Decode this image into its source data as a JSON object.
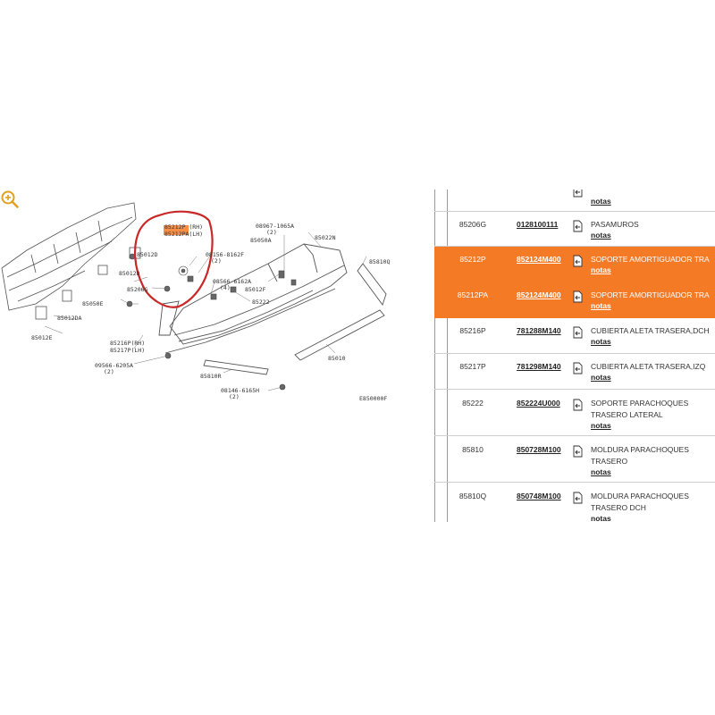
{
  "diagram": {
    "labels": {
      "c85212p": "85212P (RH)",
      "c85212pa": "85212PA(LH)",
      "c08967": "08967-1065A",
      "c08967q": "(2)",
      "c85022n": "85022N",
      "c85050a": "85050A",
      "c85810q": "85810Q",
      "c85012d": "85012D",
      "c08156": "08156-8162F",
      "c08156q": "(2)",
      "c85012b": "85012B",
      "c08566": "08566-6162A",
      "c08566q": "(4)",
      "c85206g": "85206G",
      "c85012f": "85012F",
      "c85050e": "85050E",
      "c85222": "85222",
      "c85012da": "85012DA",
      "c85216p": "85216P(RH)",
      "c85217p": "85217P(LH)",
      "c85012e": "85012E",
      "c09566": "09566-6205A",
      "c09566q": "(2)",
      "c85010": "85010",
      "c85810r": "85810R",
      "c08146": "08146-6165H",
      "c08146q": "(2)",
      "c_ref": "E850000F"
    }
  },
  "colors": {
    "highlight": "#f47a26",
    "annotation_circle": "#c82828"
  },
  "parts_table": {
    "rows": [
      {
        "code": "",
        "ref": "",
        "desc": "",
        "notes": "notas"
      },
      {
        "code": "85206G",
        "ref": "0128100111",
        "desc": "PASAMUROS",
        "notes": "notas"
      },
      {
        "code": "85212P",
        "ref": "852124M400",
        "desc": "SOPORTE AMORTIGUADOR TRA",
        "notes": "notas",
        "highlighted": true
      },
      {
        "code": "85212PA",
        "ref": "852124M400",
        "desc": "SOPORTE AMORTIGUADOR TRA",
        "notes": "notas",
        "highlighted": true
      },
      {
        "code": "85216P",
        "ref": "781288M140",
        "desc": "CUBIERTA ALETA TRASERA,DCH",
        "notes": "notas"
      },
      {
        "code": "85217P",
        "ref": "781298M140",
        "desc": "CUBIERTA ALETA TRASERA,IZQ",
        "notes": "notas"
      },
      {
        "code": "85222",
        "ref": "852224U000",
        "desc": "SOPORTE PARACHOQUES TRASERO LATERAL",
        "notes": "notas"
      },
      {
        "code": "85810",
        "ref": "850728M100",
        "desc": "MOLDURA PARACHOQUES TRASERO",
        "notes": "notas"
      },
      {
        "code": "85810Q",
        "ref": "850748M100",
        "desc": "MOLDURA PARACHOQUES TRASERO DCH",
        "notes": "notas"
      }
    ]
  }
}
